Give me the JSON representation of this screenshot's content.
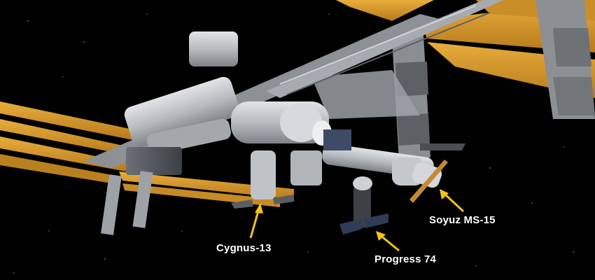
{
  "labels": {
    "cygnus": "Cygnus-13",
    "progress": "Progress 74",
    "soyuz": "Soyuz MS-15"
  },
  "colors": {
    "background": "#000000",
    "solar_array_gold": "#d99a2e",
    "station_body": "#b9bcc0",
    "callout_arrow": "#f2c21a",
    "label_text": "#ffffff"
  },
  "icons": {
    "station": "space-station-illustration",
    "arrow": "callout-arrow"
  }
}
